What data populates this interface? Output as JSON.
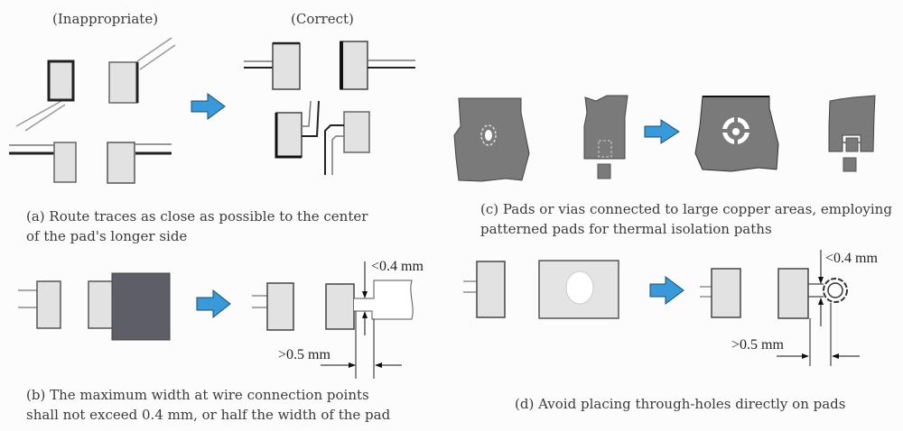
{
  "panel_a": {
    "heading_inappropriate": "(Inappropriate)",
    "heading_correct": "(Correct)",
    "caption_line1": "(a) Route traces as close as possible to the center",
    "caption_line2": "of the pad's longer side"
  },
  "panel_b": {
    "dim_width": "<0.4 mm",
    "dim_spacing": ">0.5 mm",
    "caption_line1": "(b) The maximum width at wire connection points",
    "caption_line2": "shall not exceed 0.4 mm, or half the width of the pad"
  },
  "panel_c": {
    "caption_line1": "(c) Pads or vias connected to large copper areas, employing",
    "caption_line2": "patterned pads for thermal isolation paths"
  },
  "panel_d": {
    "dim_width": "<0.4 mm",
    "dim_spacing": ">0.5 mm",
    "caption_line1": "(d) Avoid placing through-holes directly on pads"
  },
  "colors": {
    "arrow": "#3a9ad9",
    "pad_fill": "#e2e2e2",
    "copper_fill": "#7a7a7a",
    "large_pad_fill": "#5e5e66"
  },
  "icons": {
    "arrow": "right-arrow-icon"
  }
}
